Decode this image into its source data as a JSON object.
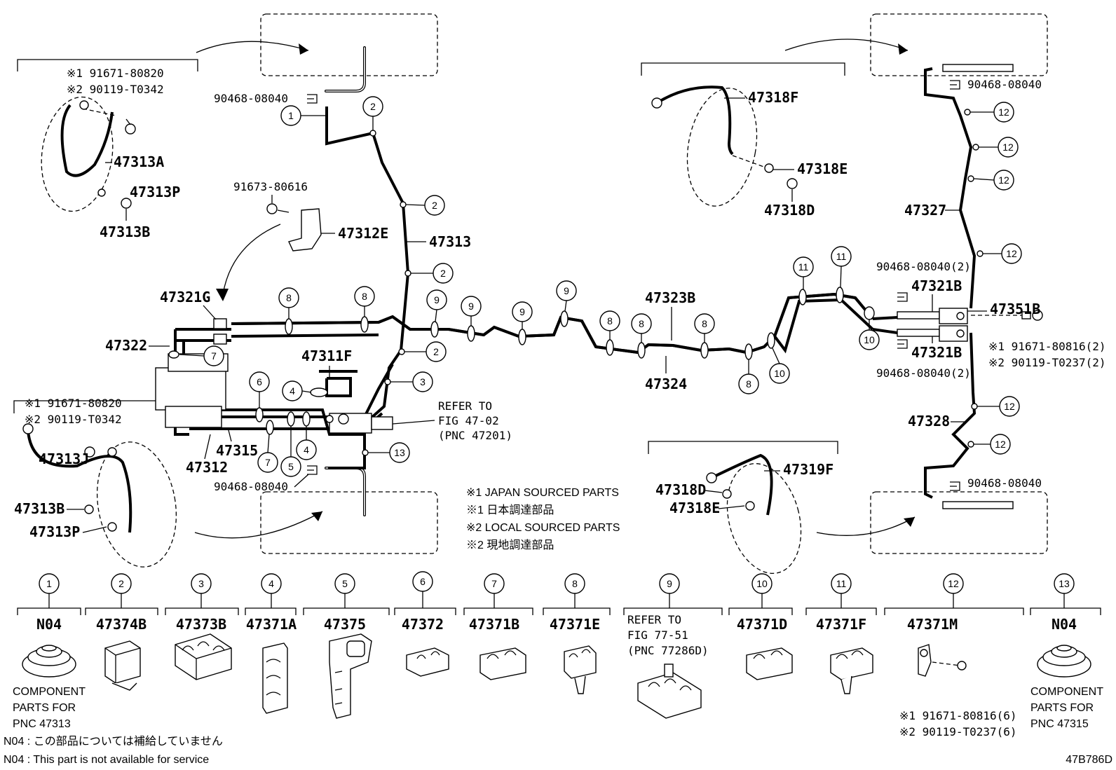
{
  "diagram": {
    "id_code": "47B786D",
    "part_labels": {
      "p47313A": "47313A",
      "p47313P_top": "47313P",
      "p47313B_top": "47313B",
      "p91673": "91673-80616",
      "p47312E": "47312E",
      "p47313": "47313",
      "p47321G": "47321G",
      "p47322": "47322",
      "p47311F": "47311F",
      "p47315": "47315",
      "p47312": "47312",
      "p90468_top": "90468-08040",
      "p90468_bot": "90468-08040",
      "p47313J": "47313J",
      "p47313B_bot": "47313B",
      "p47313P_bot": "47313P",
      "p47318F": "47318F",
      "p47318E_top": "47318E",
      "p47318D_top": "47318D",
      "p47323B": "47323B",
      "p47324": "47324",
      "p90468_r1": "90468-08040(2)",
      "p47321B_top": "47321B",
      "p47321B_bot": "47321B",
      "p47351B": "47351B",
      "p90468_r2": "90468-08040(2)",
      "p90468_rt": "90468-08040",
      "p47327": "47327",
      "p47328": "47328",
      "p90468_rb": "90468-08040",
      "p47319F": "47319F",
      "p47318D_bot": "47318D",
      "p47318E_bot": "47318E"
    },
    "notes": {
      "tl1": "※1 91671-80820",
      "tl2": "※2 90119-T0342",
      "bl1": "※1 91671-80820",
      "bl2": "※2 90119-T0342",
      "r1": "※1 91671-80816(2)",
      "r2": "※2 90119-T0237(2)",
      "refer1": "REFER TO",
      "refer2": "FIG 47-02",
      "refer3": "(PNC 47201)",
      "legend1": "※1 JAPAN SOURCED PARTS",
      "legend2": "※1 日本調達部品",
      "legend3": "※2 LOCAL SOURCED PARTS",
      "legend4": "※2 現地調達部品",
      "n04_jp": "N04 : この部品については補給していません",
      "n04_en": "N04 : This part is not available for service"
    },
    "callout_numbers": [
      "1",
      "2",
      "3",
      "4",
      "5",
      "6",
      "7",
      "8",
      "9",
      "10",
      "11",
      "12",
      "13"
    ],
    "legend_parts": [
      {
        "num": "1",
        "part": "N04",
        "desc1": "COMPONENT",
        "desc2": "PARTS FOR",
        "desc3": "PNC 47313"
      },
      {
        "num": "2",
        "part": "47374B"
      },
      {
        "num": "3",
        "part": "47373B"
      },
      {
        "num": "4",
        "part": "47371A"
      },
      {
        "num": "5",
        "part": "47375"
      },
      {
        "num": "6",
        "part": "47372"
      },
      {
        "num": "7",
        "part": "47371B"
      },
      {
        "num": "8",
        "part": "47371E"
      },
      {
        "num": "9",
        "part": "",
        "desc1": "REFER TO",
        "desc2": "FIG 77-51",
        "desc3": "(PNC 77286D)"
      },
      {
        "num": "10",
        "part": "47371D"
      },
      {
        "num": "11",
        "part": "47371F"
      },
      {
        "num": "12",
        "part": "47371M",
        "desc1": "※1 91671-80816(6)",
        "desc2": "※2 90119-T0237(6)"
      },
      {
        "num": "13",
        "part": "N04",
        "desc1": "COMPONENT",
        "desc2": "PARTS FOR",
        "desc3": "PNC 47315"
      }
    ]
  }
}
